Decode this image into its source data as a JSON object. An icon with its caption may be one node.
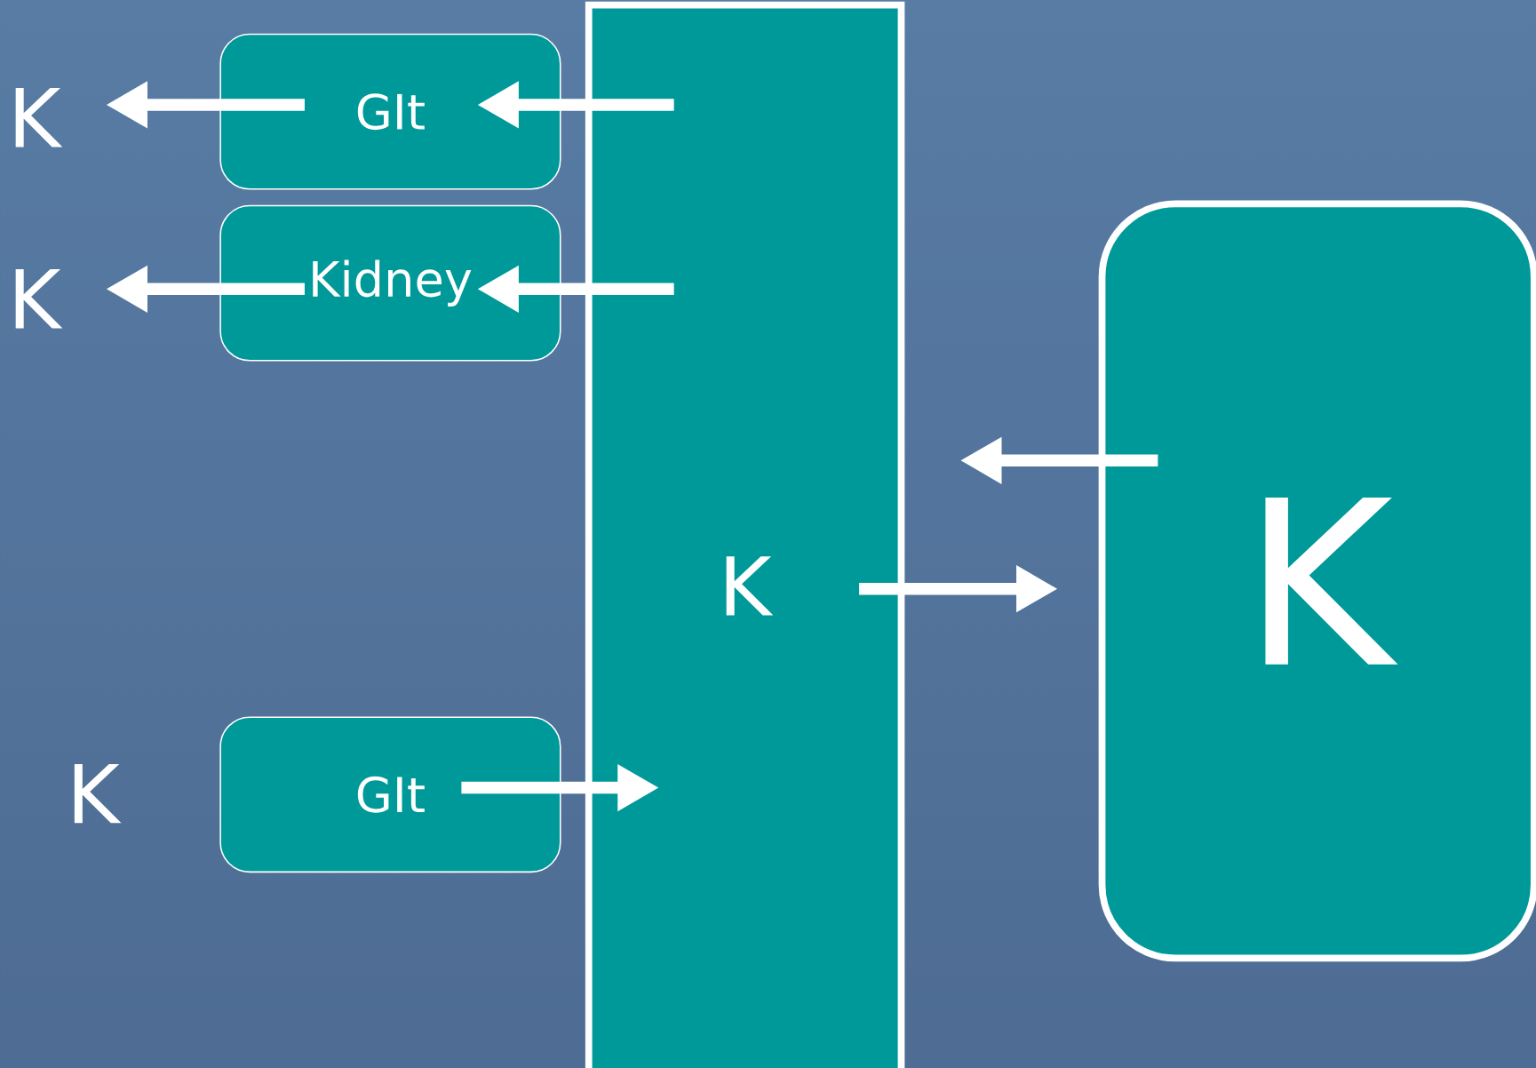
{
  "diagram": {
    "nodes": [
      {
        "text": [
          "K"
        ]
      },
      {
        "text": [
          "GIt"
        ]
      },
      {
        "text": [
          "K"
        ]
      },
      {
        "text": [
          "Kidney"
        ]
      },
      {
        "text": [
          "GIt"
        ]
      },
      {
        "text": [
          "K"
        ]
      },
      {
        "text": [
          "K"
        ]
      }
    ],
    "edges": [
      {
        "from": 5,
        "to": 1,
        "arrow": "to"
      },
      {
        "from": 1,
        "to": 0,
        "arrow": "to"
      },
      {
        "from": 5,
        "to": 3,
        "arrow": "to"
      },
      {
        "from": 3,
        "to": 2,
        "arrow": "to"
      },
      {
        "from": 4,
        "to": 5,
        "arrow": "to"
      },
      {
        "from": 5,
        "to": 6,
        "arrow": "to"
      },
      {
        "from": 6,
        "to": 5,
        "arrow": "to"
      }
    ],
    "labels": [
      "K"
    ]
  }
}
